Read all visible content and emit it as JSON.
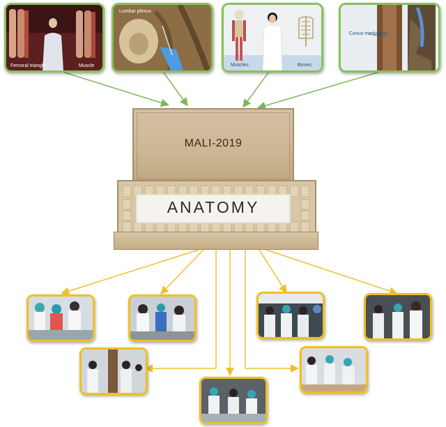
{
  "box": {
    "lid_title": "MALI-2019",
    "card_text": "ANATOMY"
  },
  "top_thumbnails": [
    {
      "captions": [
        "Femoral triangle",
        "Muscle"
      ]
    },
    {
      "captions": [
        "Lumbar plexus"
      ]
    },
    {
      "captions": [
        "Muscles",
        "Bones"
      ]
    },
    {
      "captions": [
        "Conus medullaris"
      ]
    }
  ],
  "colors": {
    "top_border": "#86c25a",
    "top_arrows": "#7cb85a",
    "bottom_border": "#f0c020",
    "bottom_arrows": "#efc030",
    "box_wood": "#d4c1a2"
  }
}
